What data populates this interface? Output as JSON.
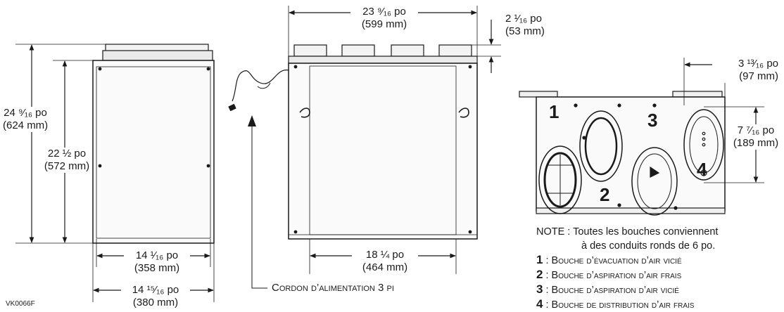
{
  "front_view": {
    "overall_height": "24 ⁹⁄₁₆ po",
    "overall_height_mm": "(624 mm)",
    "body_height": "22 ½ po",
    "body_height_mm": "(572 mm)",
    "body_width": "14 ¹⁄₁₆ po",
    "body_width_mm": "(358 mm)",
    "overall_width": "14 ¹⁵⁄₁₆ po",
    "overall_width_mm": "(380 mm)"
  },
  "side_view": {
    "overall_width": "23 ⁹⁄₁₆ po",
    "overall_width_mm": "(599 mm)",
    "collar_height": "2 ¹⁄₁₆ po",
    "collar_height_mm": "(53 mm)",
    "body_width": "18 ¼ po",
    "body_width_mm": "(464 mm)",
    "power_cord": "Cordon d’alimentation 3 pi"
  },
  "top_view": {
    "edge_offset": "3 ¹³⁄₁₆ po",
    "edge_offset_mm": "(97 mm)",
    "port_width": "7 ⁷⁄₁₆ po",
    "port_width_mm": "(189 mm)",
    "port_numbers": [
      "1",
      "2",
      "3",
      "4"
    ]
  },
  "notes": {
    "line1": "NOTE : Toutes les bouches conviennent",
    "line2": "à des conduits ronds de 6 po.",
    "items": [
      {
        "num": "1",
        "text": ": Bouche d’évacuation d’air vicié"
      },
      {
        "num": "2",
        "text": ": Bouche d’aspiration d’air frais"
      },
      {
        "num": "3",
        "text": ": Bouche d’aspiration d’air vicié"
      },
      {
        "num": "4",
        "text": ": Bouche de distribution d’air frais"
      }
    ]
  },
  "figure_code": "VK0066F"
}
